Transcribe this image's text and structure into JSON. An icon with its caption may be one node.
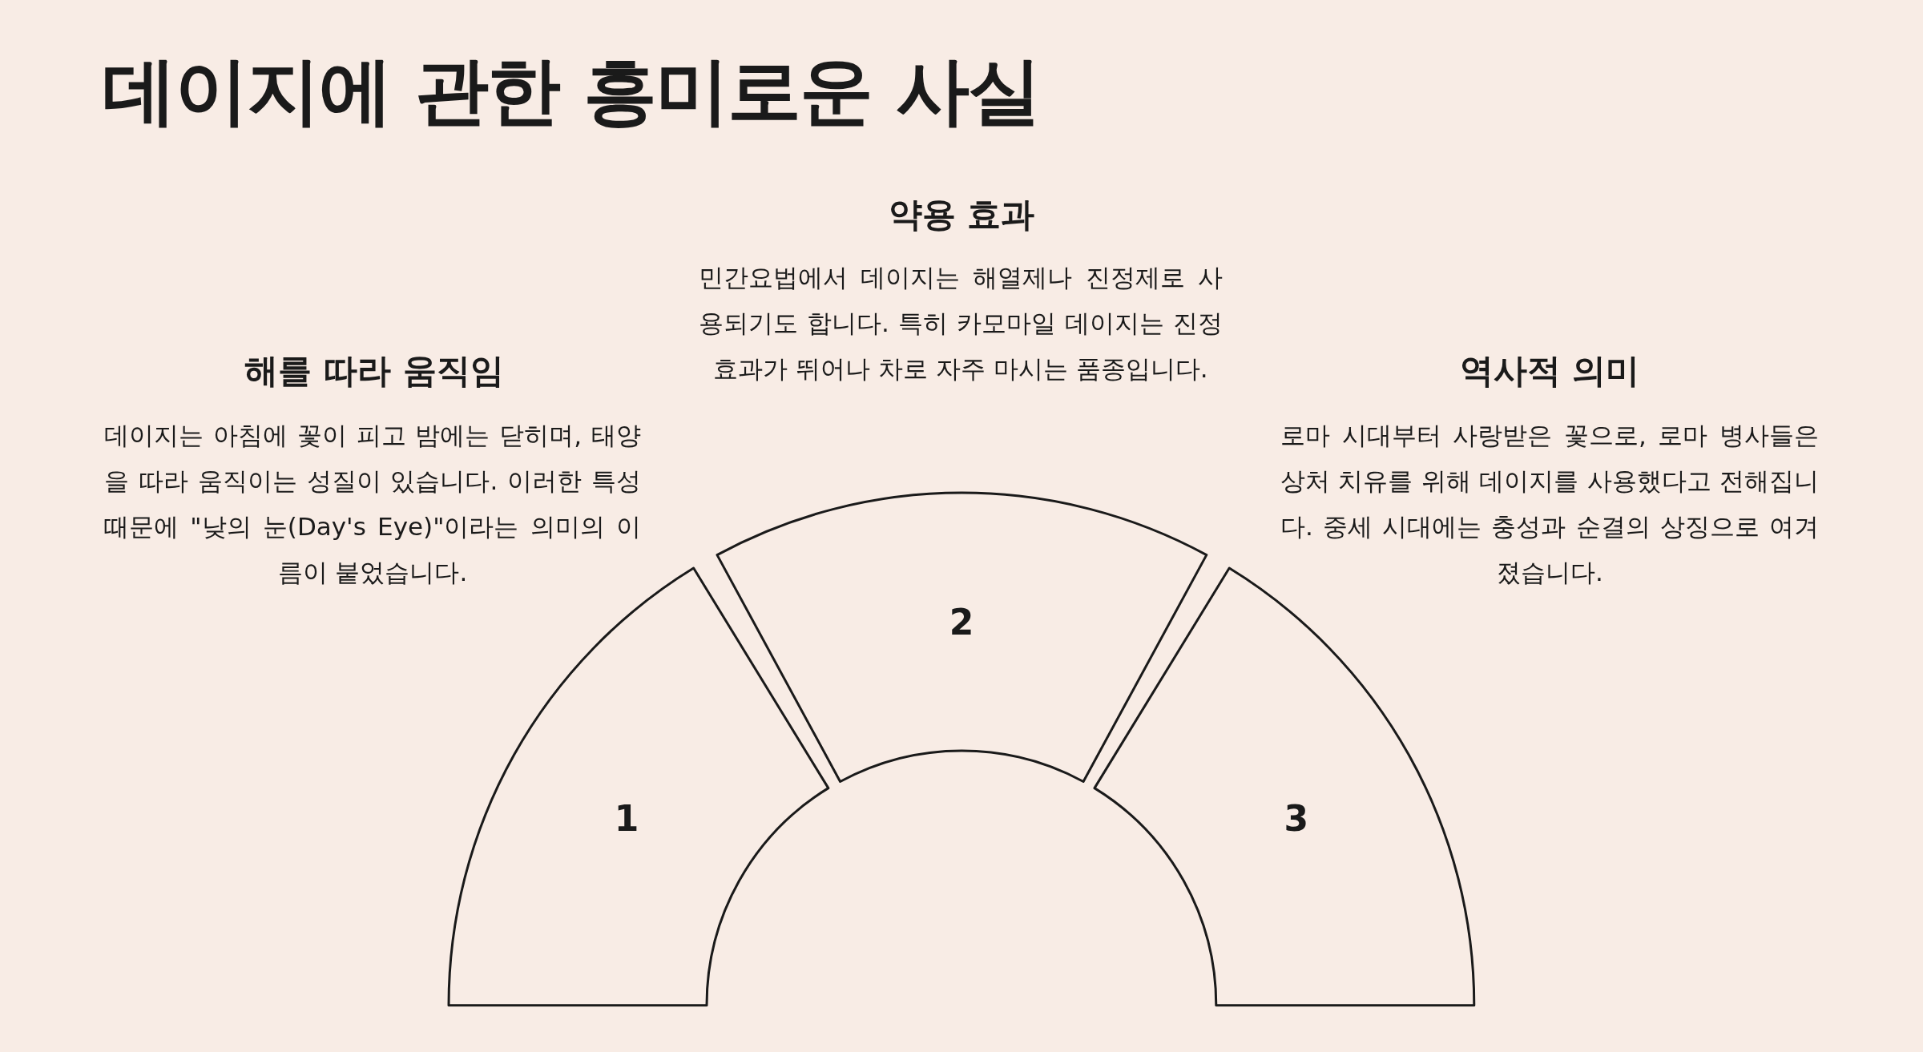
{
  "diagram": {
    "title": "데이지에 관한 흥미로운 사실",
    "nodes": [
      {
        "text": [
          "1"
        ],
        "beside": [
          "해를 따라 움직임",
          "데이지는 아침에 꽃이 피고 밤에는 닫히며, 태양을 따라 움직이는 성질이 있습니다. 이러한 특성 때문에 \"낮의 눈(Day's Eye)\"이라는 의미의 이름이 붙었습니다."
        ]
      },
      {
        "text": [
          "2"
        ],
        "beside": [
          "약용 효과",
          "민간요법에서 데이지는 해열제나 진정제로 사용되기도 합니다. 특히 카모마일 데이지는 진정 효과가 뛰어나 차로 자주 마시는 품종입니다."
        ]
      },
      {
        "text": [
          "3"
        ],
        "beside": [
          "역사적 의미",
          "로마 시대부터 사랑받은 꽃으로, 로마 병사들은 상처 치유를 위해 데이지를 사용했다고 전해집니다. 중세 시대에는 충성과 순결의 상징으로 여겨졌습니다."
        ]
      }
    ]
  }
}
